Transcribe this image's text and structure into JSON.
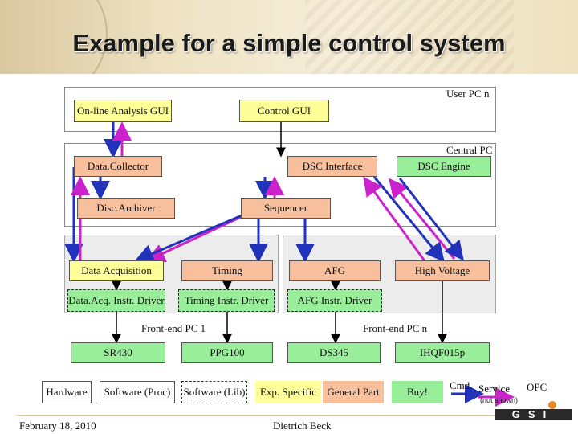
{
  "title": "Example for a simple control system",
  "pcs": {
    "user_pc": "User PC n",
    "central_pc": "Central PC",
    "frontend_pc_1": "Front-end PC 1",
    "frontend_pc_n": "Front-end PC n"
  },
  "boxes": {
    "online_analysis_gui": "On-line Analysis GUI",
    "control_gui": "Control GUI",
    "data_collector": "Data.Collector",
    "dsc_interface": "DSC Interface",
    "dsc_engine": "DSC Engine",
    "disc_archiver": "Disc.Archiver",
    "sequencer": "Sequencer",
    "data_acquisition": "Data Acquisition",
    "timing": "Timing",
    "afg": "AFG",
    "high_voltage": "High Voltage",
    "data_acq_instr_driver": "Data.Acq. Instr. Driver",
    "timing_instr_driver": "Timing Instr. Driver",
    "afg_instr_driver": "AFG Instr. Driver",
    "sr430": "SR430",
    "ppg100": "PPG100",
    "ds345": "DS345",
    "ihqf015p": "IHQF015p"
  },
  "legend": {
    "hardware": "Hardware",
    "software_proc": "Software (Proc)",
    "software_lib": "Software (Lib)",
    "exp_specific": "Exp. Specific",
    "general_part": "General Part",
    "buy": "Buy!",
    "cmd": "Cmd.",
    "service": "Service",
    "not_shown": "(not shown)",
    "opc": "OPC"
  },
  "footer": {
    "date": "February 18, 2010",
    "author": "Dietrich Beck",
    "logo_text": "GSI"
  },
  "colors": {
    "command_arrow": "#2233bb",
    "service_arrow": "#cc22cc",
    "exp_specific": "#ffff99",
    "general_part": "#f7bf9b",
    "buy": "#99ee99"
  }
}
